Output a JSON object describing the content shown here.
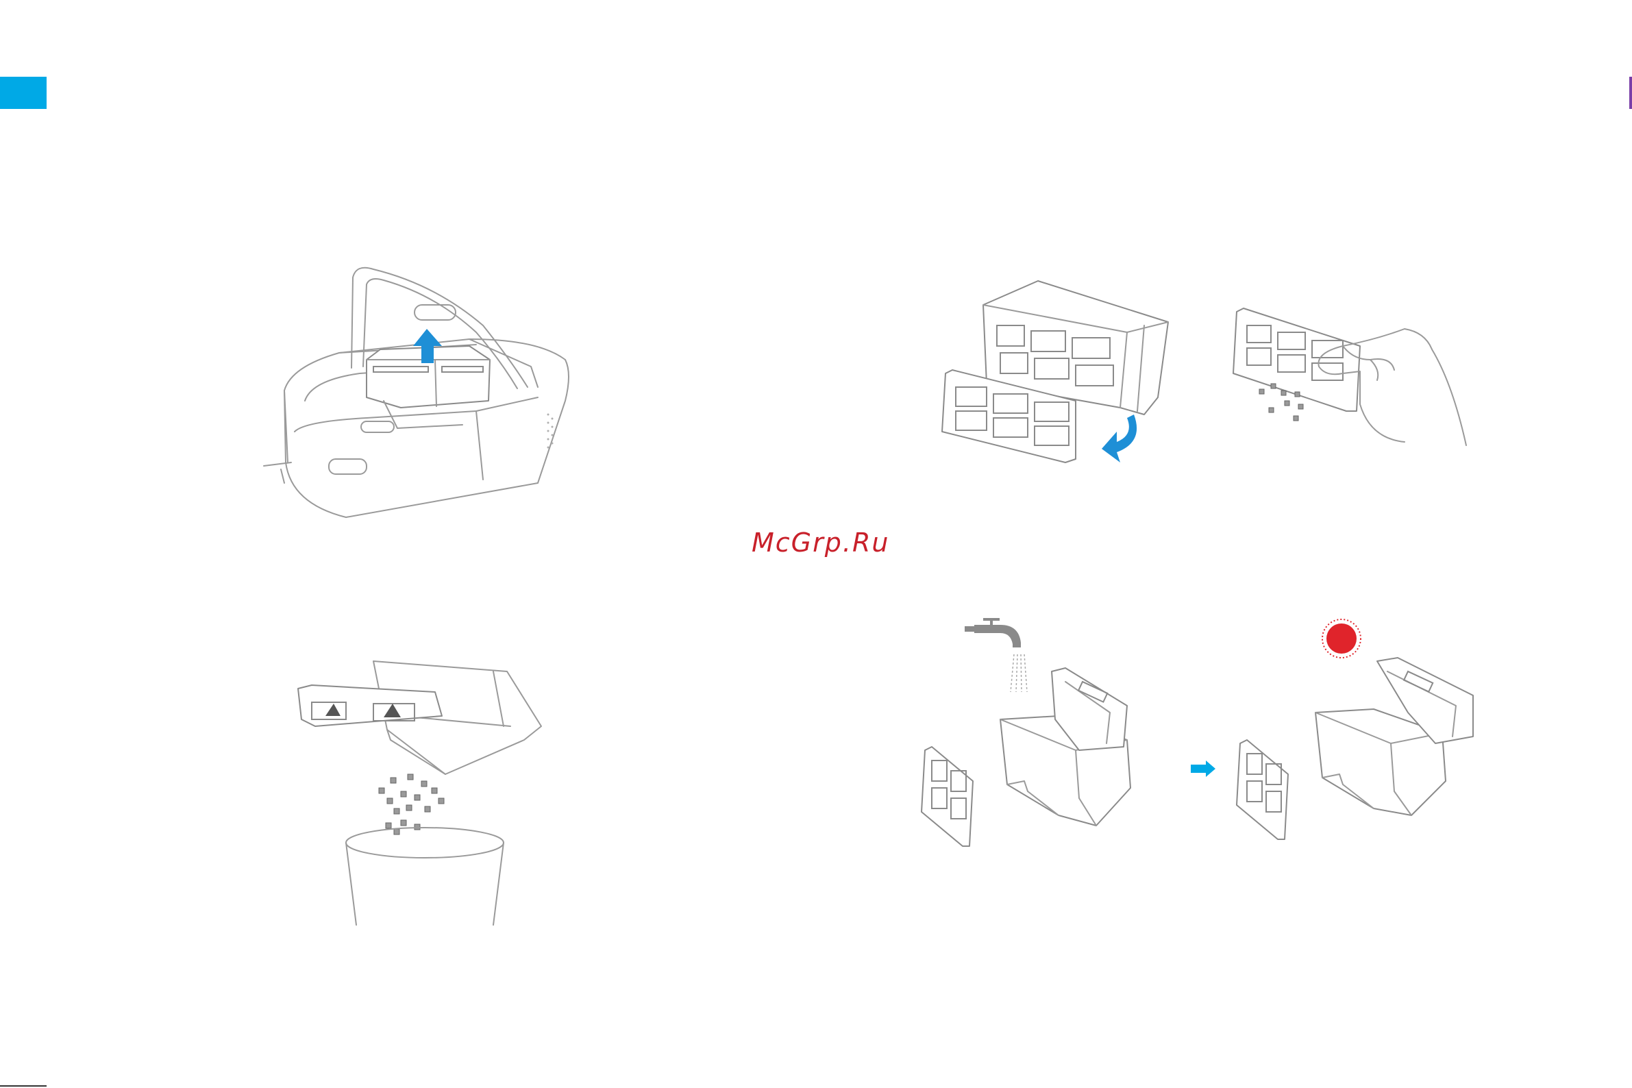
{
  "watermark": {
    "text": "McGrp.Ru"
  },
  "colors": {
    "section_tab": "#00a9e6",
    "right_tab": "#7a3fa8",
    "arrow_blue": "#1e8fd6",
    "sun_red": "#e0242b",
    "watermark_red": "#c8202a"
  },
  "illustrations": [
    {
      "name": "robot-dustbin-removal",
      "icon": "arrow-up-icon"
    },
    {
      "name": "filter-removal",
      "icon": "rotate-arrow-icon"
    },
    {
      "name": "filter-tapping",
      "icon": "hand-icon"
    },
    {
      "name": "dustbin-emptying",
      "icon": "trash-bin-icon"
    },
    {
      "name": "dustbin-washing",
      "icon": "faucet-icon"
    },
    {
      "name": "dustbin-drying",
      "icon": "sun-icon"
    }
  ]
}
